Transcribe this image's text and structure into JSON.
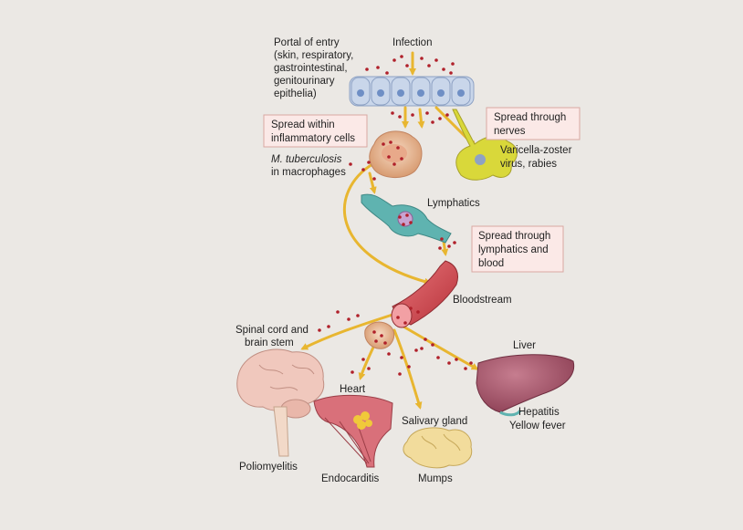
{
  "labels": {
    "portal": [
      "Portal of entry",
      "(skin, respiratory,",
      "gastrointestinal,",
      "genitourinary",
      "epithelia)"
    ],
    "infection": "Infection",
    "spread_inflammatory": [
      "Spread within",
      "inflammatory cells"
    ],
    "mtb_italic": "M. tuberculosis",
    "mtb_rest": "in macrophages",
    "spread_nerves": [
      "Spread through",
      "nerves"
    ],
    "varicella": [
      "Varicella-zoster",
      "virus, rabies"
    ],
    "lymphatics": "Lymphatics",
    "spread_lymph": [
      "Spread through",
      "lymphatics and",
      "blood"
    ],
    "bloodstream": "Bloodstream",
    "spinal": [
      "Spinal cord and",
      "brain stem"
    ],
    "liver": "Liver",
    "heart": "Heart",
    "hepatitis": [
      "Hepatitis",
      "Yellow fever"
    ],
    "salivary": "Salivary gland",
    "poliomyelitis": "Poliomyelitis",
    "endocarditis": "Endocarditis",
    "mumps": "Mumps"
  },
  "colors": {
    "background": "#ebe8e4",
    "arrow": "#e8b630",
    "microbe": "#b0202a",
    "epithelium": "#c9d6ea",
    "nucleus": "#6f8fc5",
    "label_box": "#fbe9e7",
    "vessel": "#d0444a",
    "liver": "#a8566a",
    "brain": "#f0c8bd",
    "neuron": "#d9d83a",
    "lymphatic": "#5fb3b0"
  }
}
